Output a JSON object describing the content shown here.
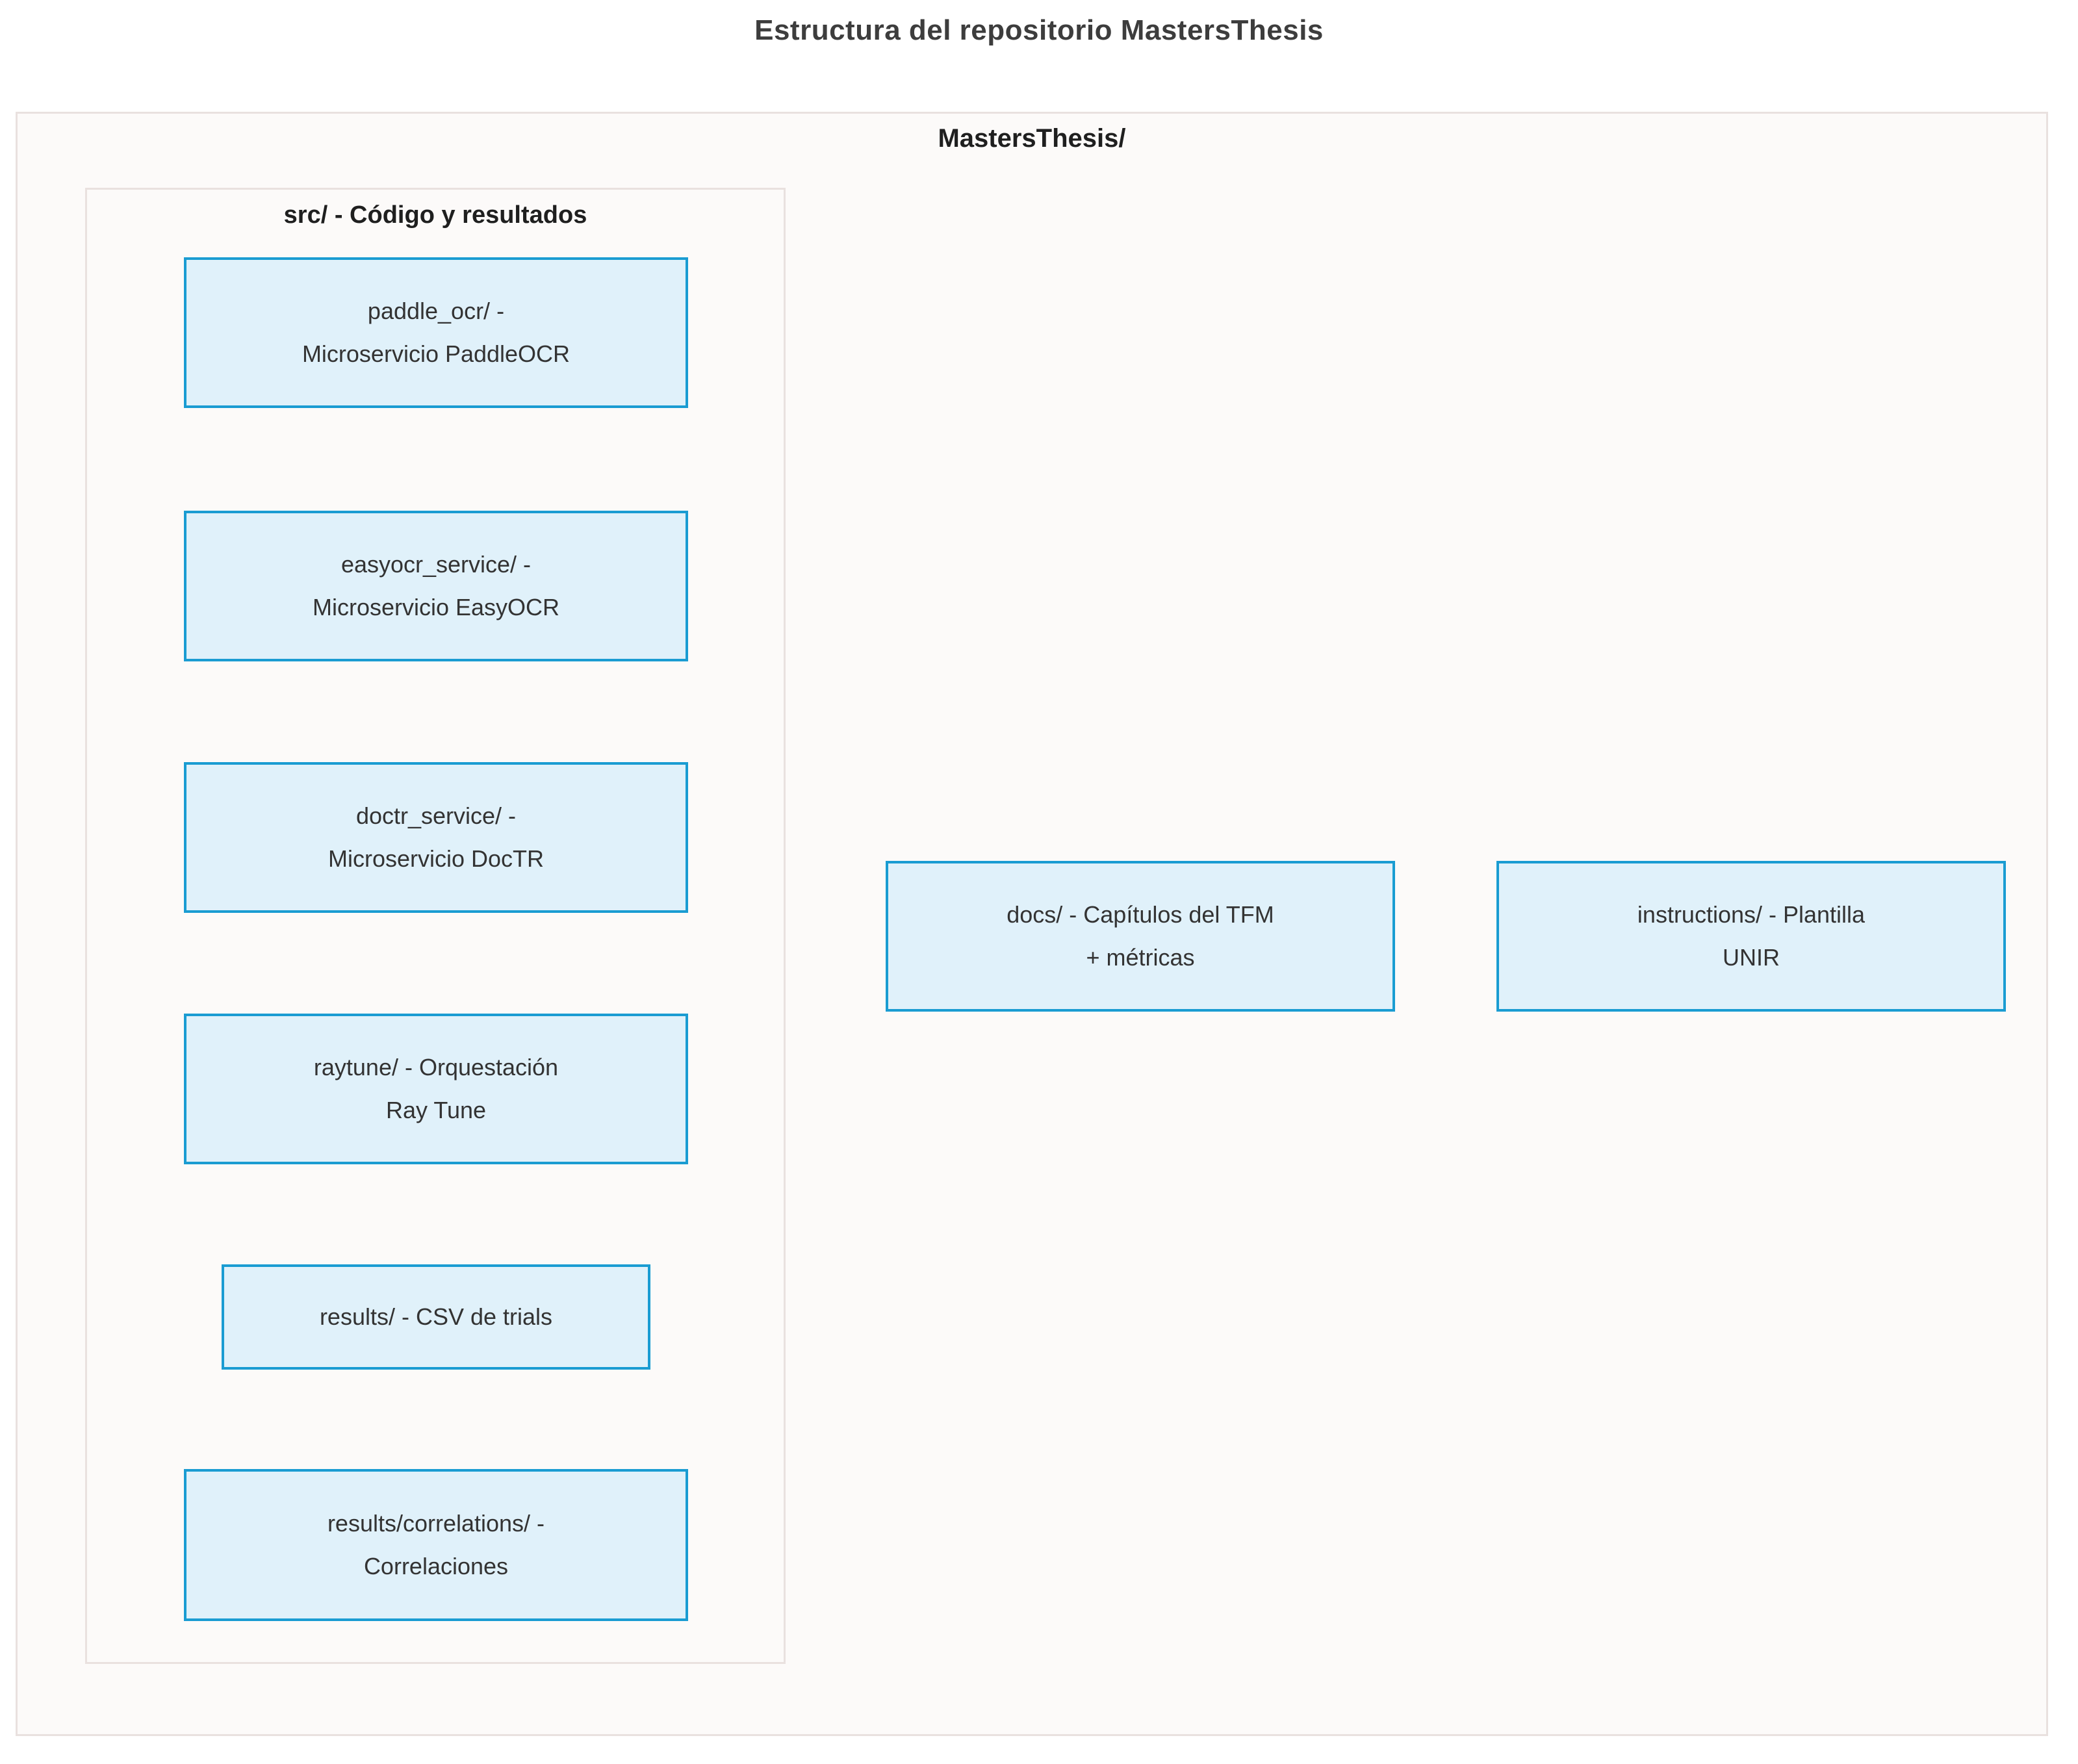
{
  "title": "Estructura del repositorio MastersThesis",
  "diagram": {
    "root": {
      "label": "MastersThesis/"
    },
    "src_group": {
      "label": "src/ - Código y resultados"
    },
    "nodes": {
      "paddle_ocr": {
        "line1": "paddle_ocr/ -",
        "line2": "Microservicio PaddleOCR"
      },
      "easyocr": {
        "line1": "easyocr_service/ -",
        "line2": "Microservicio EasyOCR"
      },
      "doctr": {
        "line1": "doctr_service/ -",
        "line2": "Microservicio DocTR"
      },
      "raytune": {
        "line1": "raytune/ - Orquestación",
        "line2": "Ray Tune"
      },
      "results": {
        "line1": "results/ - CSV de trials"
      },
      "correlations": {
        "line1": "results/correlations/ -",
        "line2": "Correlaciones"
      },
      "docs": {
        "line1": "docs/ - Capítulos del TFM",
        "line2": "+ métricas"
      },
      "instructions": {
        "line1": "instructions/ - Plantilla",
        "line2": "UNIR"
      }
    },
    "colors": {
      "node_fill": "#e0f1fa",
      "node_stroke": "#1a9cd2",
      "group_fill": "#fcfaf9",
      "group_stroke": "#e9e1df",
      "text_color": "#333333"
    }
  }
}
